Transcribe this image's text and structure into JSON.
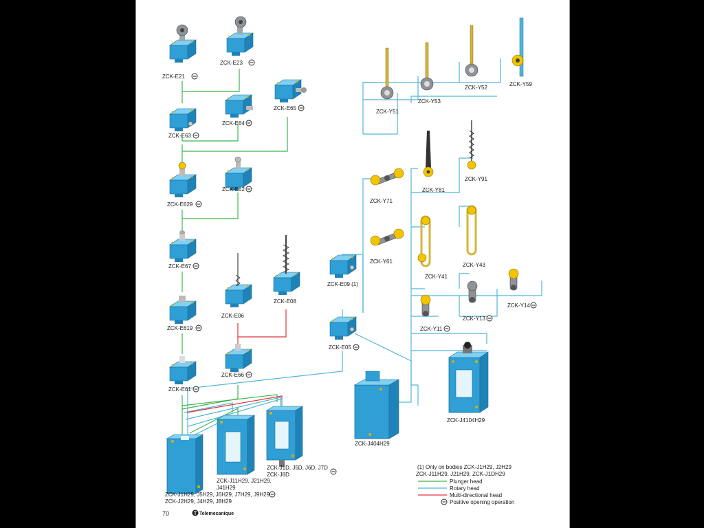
{
  "colors": {
    "plunger": "#3cb44b",
    "rotary": "#4fb6d8",
    "multi": "#e0353a",
    "body": "#2f9fd6",
    "body_dark": "#1c6f9c",
    "lever": "#d4b53a",
    "roller": "#f2c500"
  },
  "labels": {
    "e21": "ZCK-E21",
    "e23": "ZCK-E23",
    "e63": "ZCK-E63",
    "e64": "ZCK-E64",
    "e65": "ZCK-E65",
    "e629": "ZCK-E629",
    "e62": "ZCK-E62",
    "e67": "ZCK-E67",
    "e619": "ZCK-E619",
    "e61": "ZCK-E61",
    "e06": "ZCK-E06",
    "e08": "ZCK-E08",
    "e66": "ZCK-E66",
    "e09": "ZCK-E09 (1)",
    "e05": "ZCK-E05",
    "y51": "ZCK-Y51",
    "y53": "ZCK-Y53",
    "y52": "ZCK-Y52",
    "y59": "ZCK-Y59",
    "y71": "ZCK-Y71",
    "y81": "ZCK-Y81",
    "y91": "ZCK-Y91",
    "y61": "ZCK-Y61",
    "y41": "ZCK-Y41",
    "y43": "ZCK-Y43",
    "y11": "ZCK-Y11",
    "y13": "ZCK-Y13",
    "y14": "ZCK-Y14",
    "j404": "ZCK-J404H29",
    "j4104": "ZCK-J4104H29",
    "j1_line1": "ZCK-J1H29, J5H29, J6H29, J7H29, J9H29",
    "j1_line2": "ZCK-J2H29, J4H29, J8H29",
    "j11_line1": "ZCK-J11H29,  J21H29,",
    "j11_line2": "J41H29",
    "j1d_line1": "ZCK-J1D,  J5D, J6D, J7D",
    "j1d_line2": "ZCK-J8D"
  },
  "legend": {
    "note_line1": "(1) Only on bodies ZCK-J1H29, J2H29",
    "note_line2": "ZCK-J11H29, J21H29, ZCK-J1DH29",
    "plunger": "Plunger head",
    "rotary": "Rotary head",
    "multi": "Multi-directional head",
    "positive": "Positive opening operation"
  },
  "footer": {
    "page_number": "70",
    "brand": "Telemecanique"
  }
}
